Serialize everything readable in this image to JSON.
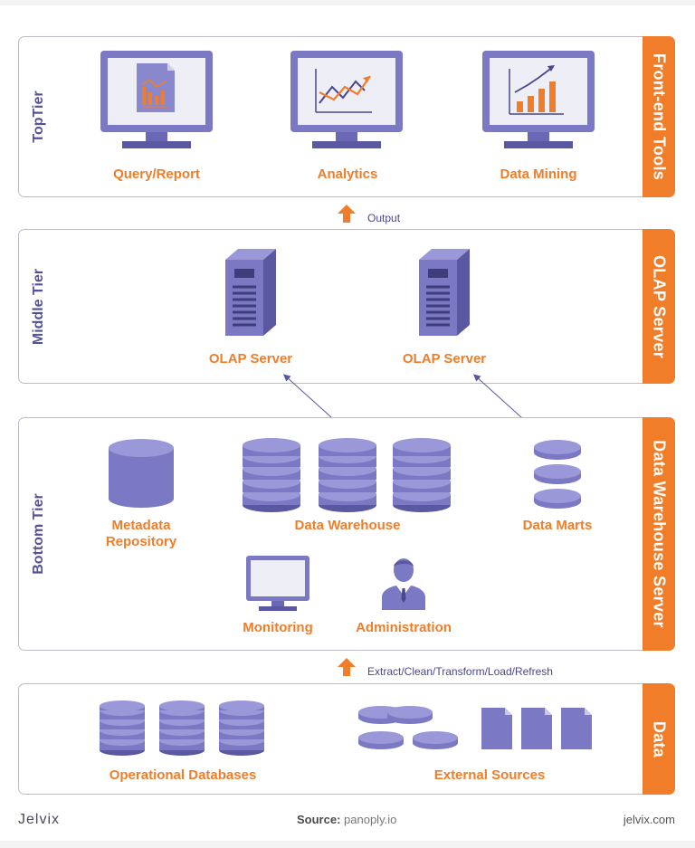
{
  "tiers": {
    "top": {
      "label": "TopTier",
      "side": "Front-end Tools"
    },
    "middle": {
      "label": "Middle Tier",
      "side": "OLAP Server"
    },
    "bottom": {
      "label": "Bottom Tier",
      "side": "Data Warehouse Server"
    },
    "data": {
      "side": "Data"
    }
  },
  "top_items": [
    "Query/Report",
    "Analytics",
    "Data Mining"
  ],
  "middle_items": [
    "OLAP Server",
    "OLAP Server"
  ],
  "bottom_items": {
    "metadata": "Metadata\nRepository",
    "warehouse": "Data Warehouse",
    "marts": "Data Marts",
    "monitoring": "Monitoring",
    "administration": "Administration"
  },
  "data_items": [
    "Operational Databases",
    "External Sources"
  ],
  "flows": {
    "output": "Output",
    "etl": "Extract/Clean/Transform/Load/Refresh"
  },
  "footer": {
    "brand": "Jelvix",
    "source_label": "Source:",
    "source_value": "panoply.io",
    "site": "jelvix.com"
  },
  "colors": {
    "accent": "#f07d2a",
    "purple": "#7b79c4",
    "purple_dark": "#5a58a0",
    "text_dark": "#545196"
  }
}
